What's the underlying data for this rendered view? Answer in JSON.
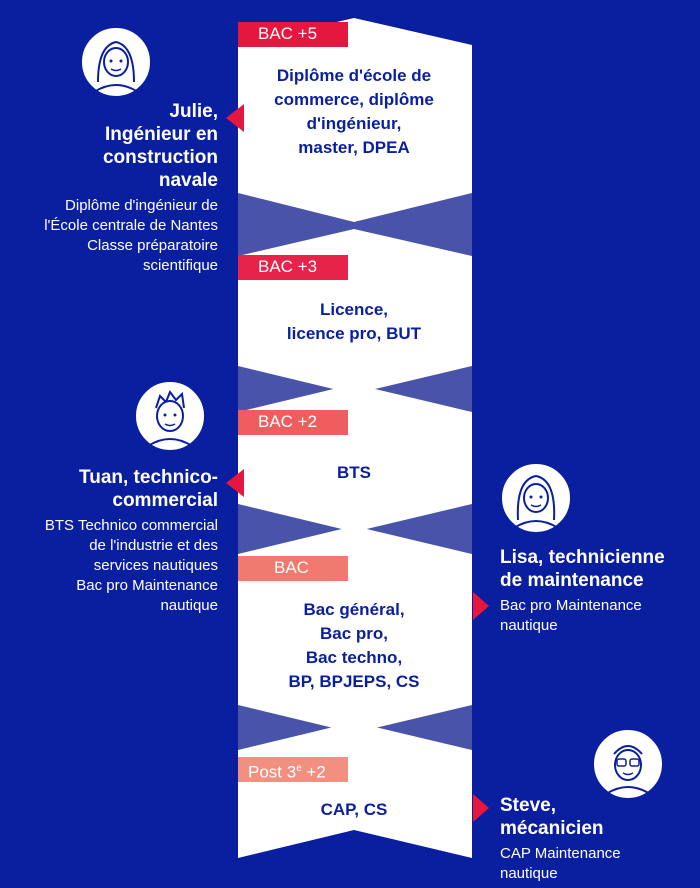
{
  "colors": {
    "background": "#0a1fa0",
    "ribbon": "#ffffff",
    "ribbon_fold": "#4a53aa",
    "bac5": "#e5173f",
    "bac3": "#e8234a",
    "bac2": "#ef5e5e",
    "bac": "#f07a6f",
    "post3": "#f19080",
    "arrow": "#e5173f"
  },
  "levels": [
    {
      "badge": "BAC +5",
      "text": [
        "Diplôme d'école de",
        "commerce, diplôme",
        "d'ingénieur,",
        "master, DPEA"
      ]
    },
    {
      "badge": "BAC +3",
      "text": [
        "Licence,",
        "licence pro, BUT"
      ]
    },
    {
      "badge": "BAC +2",
      "text": [
        "BTS"
      ]
    },
    {
      "badge": "BAC",
      "text": [
        "Bac général,",
        "Bac pro,",
        "Bac techno,",
        "BP, BPJEPS, CS"
      ]
    },
    {
      "badge": "Post 3e +2",
      "badge_main": "Post 3",
      "badge_sup": "e",
      "badge_rest": " +2",
      "text": [
        "CAP, CS"
      ]
    }
  ],
  "people": [
    {
      "name": [
        "Julie,",
        "Ingénieur en",
        "construction",
        "navale"
      ],
      "desc": [
        "Diplôme d'ingénieur de",
        "l'École centrale de Nantes",
        "Classe préparatoire",
        "scientifique"
      ],
      "avatar": "woman-long-hair-avatar-icon"
    },
    {
      "name": [
        "Tuan, technico-",
        "commercial"
      ],
      "desc": [
        "BTS Technico commercial",
        "de l'industrie et des",
        "services nautiques",
        "Bac pro Maintenance",
        "nautique"
      ],
      "avatar": "man-short-hair-avatar-icon"
    },
    {
      "name": [
        "Lisa, technicienne",
        "de maintenance"
      ],
      "desc": [
        "Bac pro Maintenance",
        "nautique"
      ],
      "avatar": "woman-long-hair-avatar-icon"
    },
    {
      "name": [
        "Steve,",
        "mécanicien"
      ],
      "desc": [
        "CAP Maintenance",
        "nautique"
      ],
      "avatar": "man-glasses-avatar-icon"
    }
  ]
}
